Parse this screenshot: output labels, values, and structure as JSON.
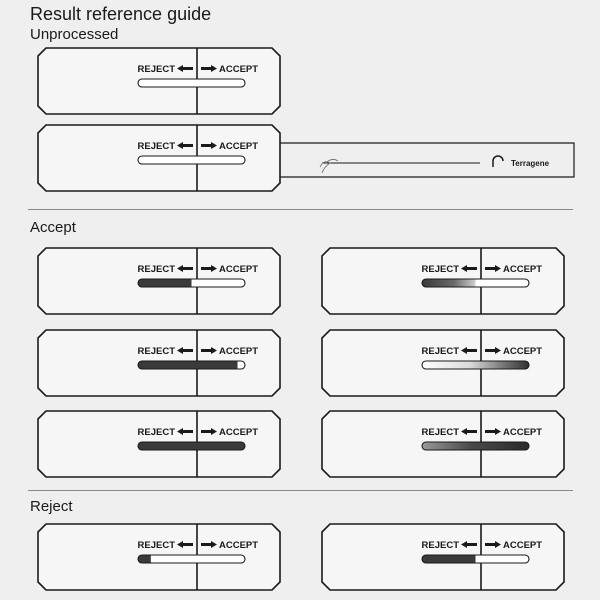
{
  "title": "Result reference guide",
  "sections": {
    "unprocessed": "Unprocessed",
    "accept": "Accept",
    "reject": "Reject"
  },
  "labels": {
    "reject": "REJECT",
    "accept": "ACCEPT",
    "brand": "Terragene"
  },
  "indicators": [
    {
      "id": "unprocessed-1",
      "fill": 0,
      "style": "none"
    },
    {
      "id": "unprocessed-2",
      "fill": 0,
      "style": "none",
      "extended": true
    },
    {
      "id": "accept-1",
      "fill": 0.5,
      "style": "solid"
    },
    {
      "id": "accept-2",
      "fill": 0.5,
      "style": "gradient-right"
    },
    {
      "id": "accept-3",
      "fill": 0.93,
      "style": "solid"
    },
    {
      "id": "accept-4",
      "fill": 1.0,
      "style": "gradient-left-light"
    },
    {
      "id": "accept-5",
      "fill": 1.0,
      "style": "solid"
    },
    {
      "id": "accept-6",
      "fill": 1.0,
      "style": "gradient-full"
    },
    {
      "id": "reject-1",
      "fill": 0.12,
      "style": "solid"
    },
    {
      "id": "reject-2",
      "fill": 0.5,
      "style": "solid"
    }
  ],
  "colors": {
    "background": "#efefef",
    "outline": "#1a1a1a",
    "fill_dark": "#3a3a3a"
  }
}
